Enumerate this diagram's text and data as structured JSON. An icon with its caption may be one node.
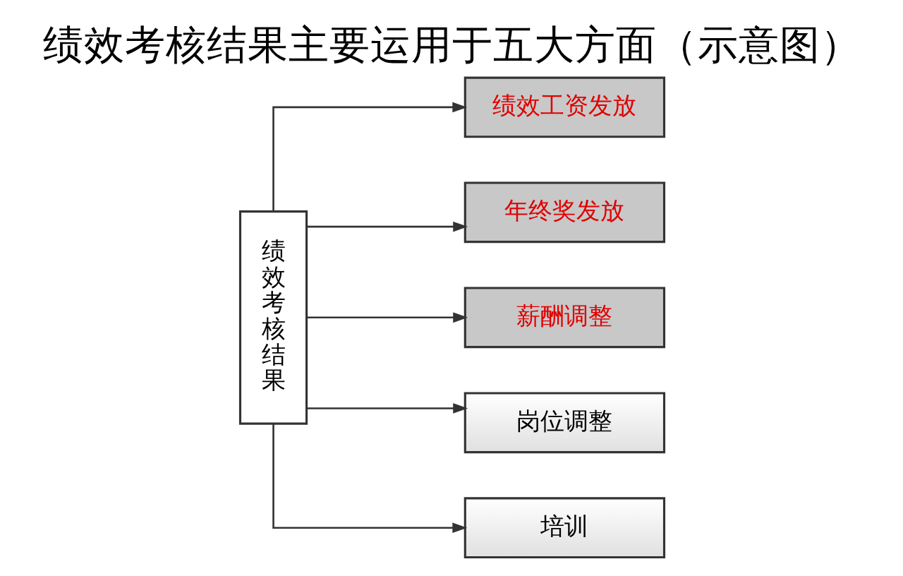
{
  "diagram": {
    "title": "绩效考核结果主要运用于五大方面（示意图）",
    "nodes": [
      {
        "text": [
          "绩效考核结果"
        ]
      },
      {
        "text": [
          "绩效工资发放"
        ]
      },
      {
        "text": [
          "年终奖发放"
        ]
      },
      {
        "text": [
          "薪酬调整"
        ]
      },
      {
        "text": [
          "岗位调整"
        ]
      },
      {
        "text": [
          "培训"
        ]
      }
    ],
    "edges": [
      {
        "from": 0,
        "to": 1,
        "arrow": "to"
      },
      {
        "from": 0,
        "to": 2,
        "arrow": "to"
      },
      {
        "from": 0,
        "to": 3,
        "arrow": "to"
      },
      {
        "from": 0,
        "to": 4,
        "arrow": "to"
      },
      {
        "from": 0,
        "to": 5,
        "arrow": "to"
      }
    ]
  }
}
